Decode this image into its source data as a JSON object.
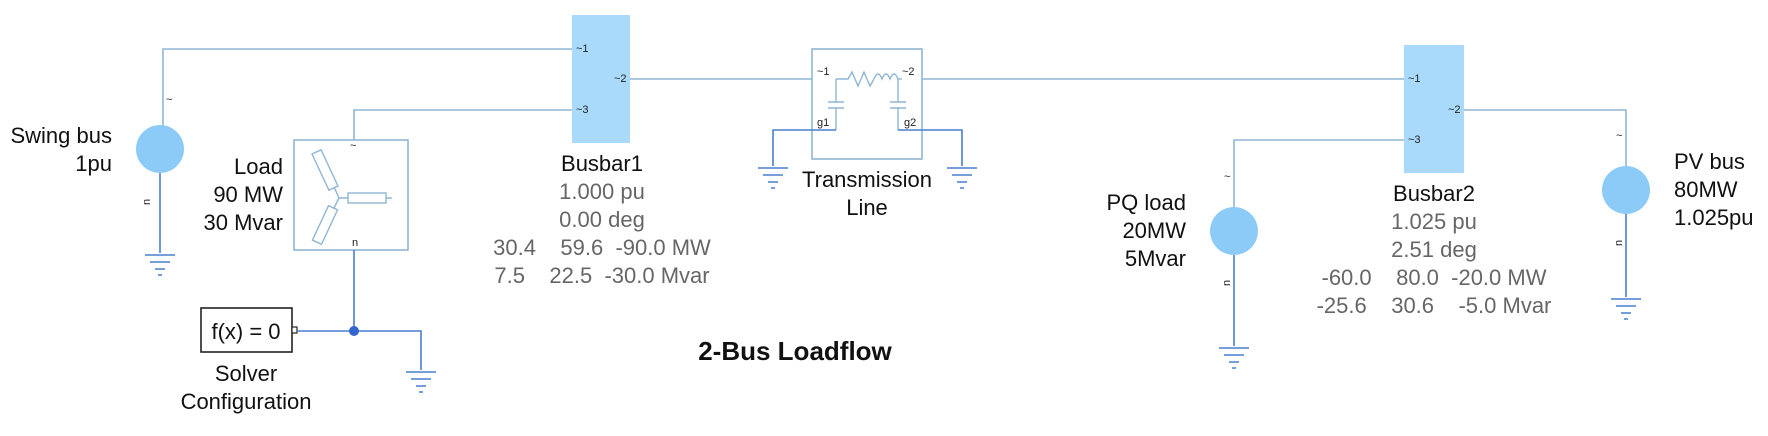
{
  "title": "2-Bus Loadflow",
  "ports": {
    "p1": "~1",
    "p2": "~2",
    "p3": "~3",
    "g1": "g1",
    "g2": "g2",
    "tilde": "~",
    "n": "n"
  },
  "swing": {
    "line1": "Swing bus",
    "line2": "1pu"
  },
  "load": {
    "line1": "Load",
    "line2": "90 MW",
    "line3": "30 Mvar"
  },
  "solver": {
    "expr": "f(x) = 0",
    "line1": "Solver",
    "line2": "Configuration"
  },
  "busbar1": {
    "name": "Busbar1",
    "pu": "1.000 pu",
    "deg": "0.00 deg",
    "mw": "30.4    59.6  -90.0 MW",
    "mvar": "7.5    22.5  -30.0 Mvar"
  },
  "tline": {
    "line1": "Transmission",
    "line2": "Line"
  },
  "pq": {
    "line1": "PQ load",
    "line2": "20MW",
    "line3": "5Mvar"
  },
  "busbar2": {
    "name": "Busbar2",
    "pu": "1.025 pu",
    "deg": "2.51 deg",
    "mw": "-60.0    80.0  -20.0 MW",
    "mvar": "-25.6    30.6    -5.0 Mvar"
  },
  "pv": {
    "line1": "PV bus",
    "line2": "80MW",
    "line3": "1.025pu"
  },
  "colors": {
    "wire": "#8fb6d4",
    "ground": "#4a7fd0",
    "bus": "#a9d9fb",
    "source": "#8ccbf8"
  }
}
